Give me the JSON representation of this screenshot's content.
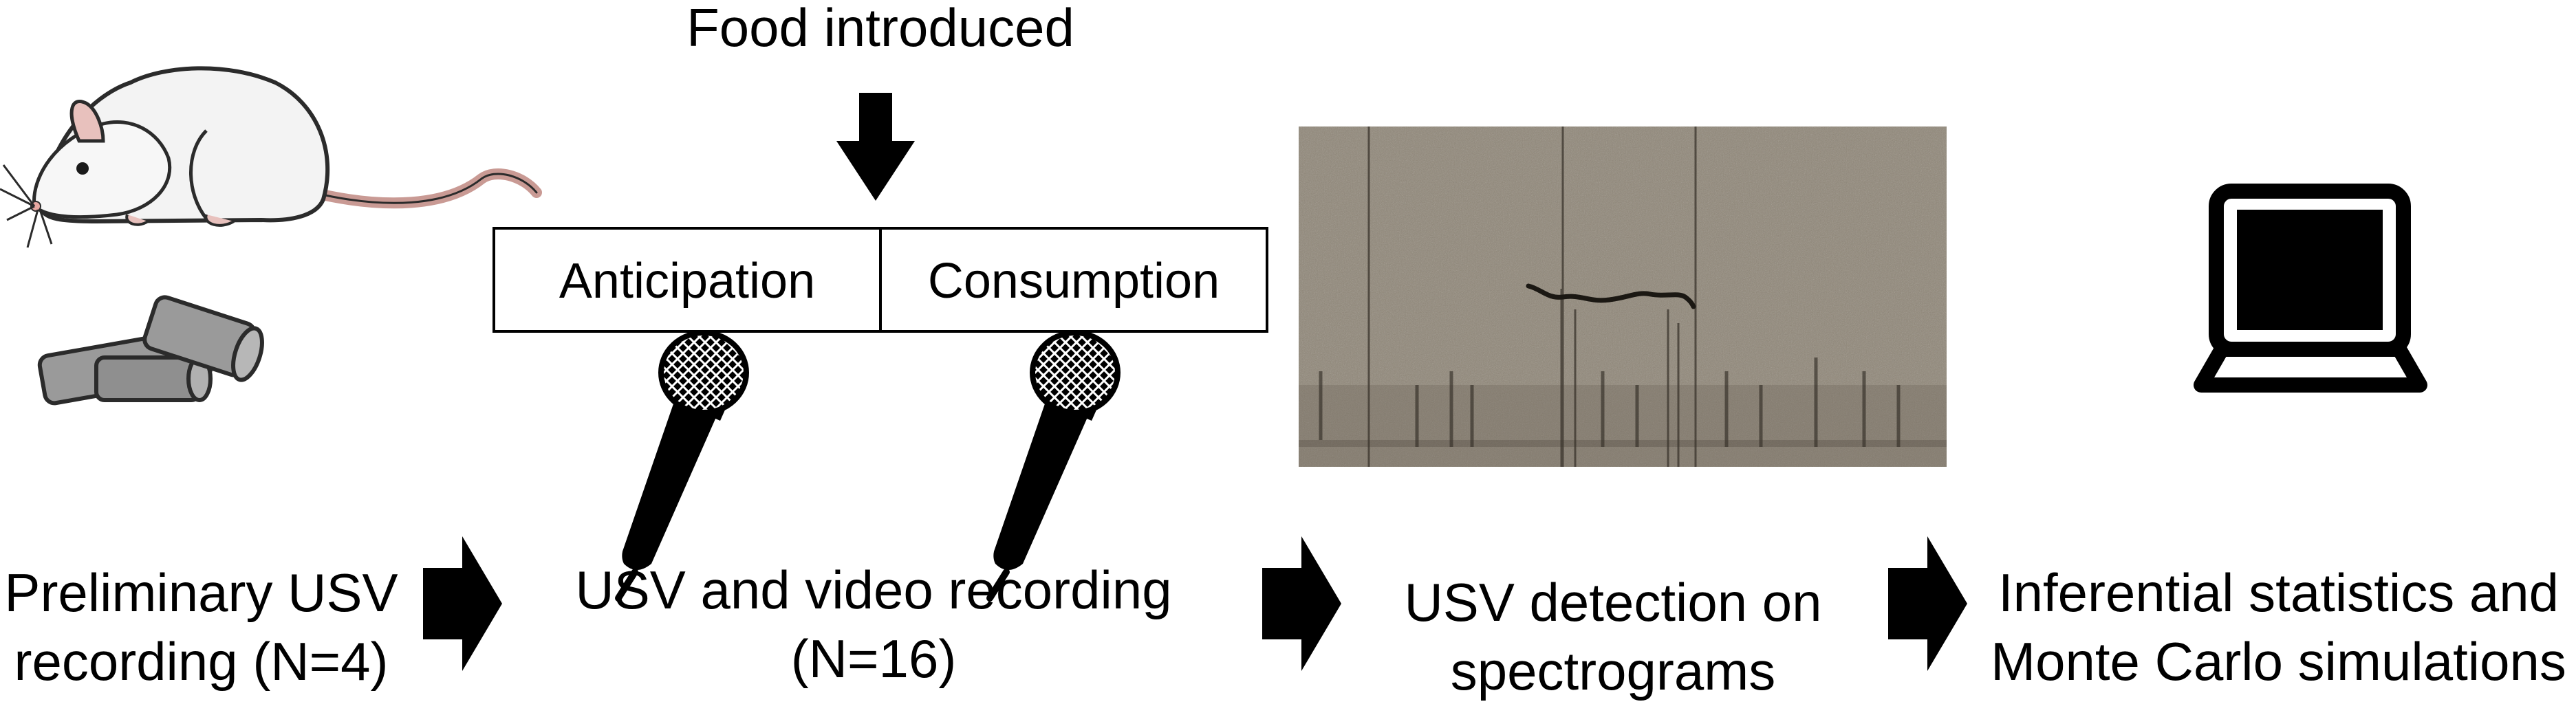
{
  "top_annotation": "Food introduced",
  "phases": {
    "anticipation": "Anticipation",
    "consumption": "Consumption"
  },
  "steps": [
    {
      "line1": "Preliminary USV",
      "line2": "recording (N=4)"
    },
    {
      "line1": "USV and video recording",
      "line2": "(N=16)"
    },
    {
      "line1": "USV detection on",
      "line2": "spectrograms"
    },
    {
      "line1": "Inferential statistics and",
      "line2": "Monte Carlo simulations"
    }
  ],
  "icons": [
    "rat-icon",
    "cylinder-pellets-icon",
    "down-arrow-icon",
    "microphone-icon",
    "spectrogram-image",
    "laptop-icon",
    "right-arrow-icon"
  ],
  "colors": {
    "ink": "#000000",
    "spectrogram_bg": "#8f8677",
    "pellet": "#9a9a9a"
  }
}
